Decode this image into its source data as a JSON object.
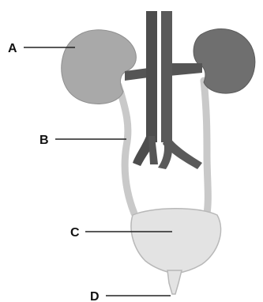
{
  "labels": {
    "a": "A",
    "b": "B",
    "c": "C",
    "d": "D"
  },
  "colors": {
    "background": "#ffffff",
    "left_kidney": "#a9a9a9",
    "right_kidney": "#6f6f6f",
    "vessels": "#555555",
    "ureter": "#c9c9c9",
    "bladder": "#e3e3e3",
    "leader_line": "#222222"
  }
}
